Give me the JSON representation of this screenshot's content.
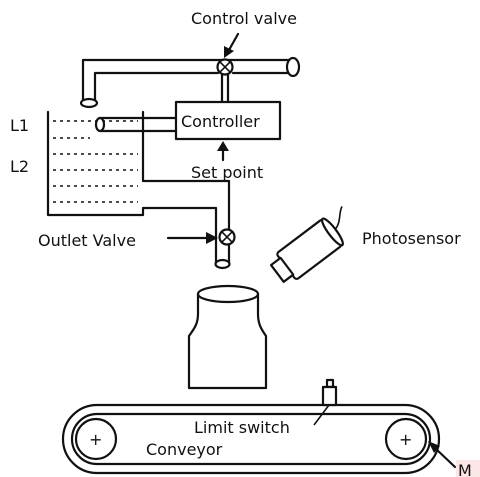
{
  "labels": {
    "control_valve": "Control valve",
    "controller": "Controller",
    "set_point": "Set point",
    "level_1": "L1",
    "level_2": "L2",
    "outlet_valve": "Outlet Valve",
    "photosensor": "Photosensor",
    "limit_switch": "Limit switch",
    "conveyor": "Conveyor",
    "motor": "M"
  },
  "symbols": {
    "pulley_mark": "+"
  },
  "colors": {
    "line": "#111111",
    "background": "#ffffff",
    "motor_label_background": "#fde6e6"
  }
}
